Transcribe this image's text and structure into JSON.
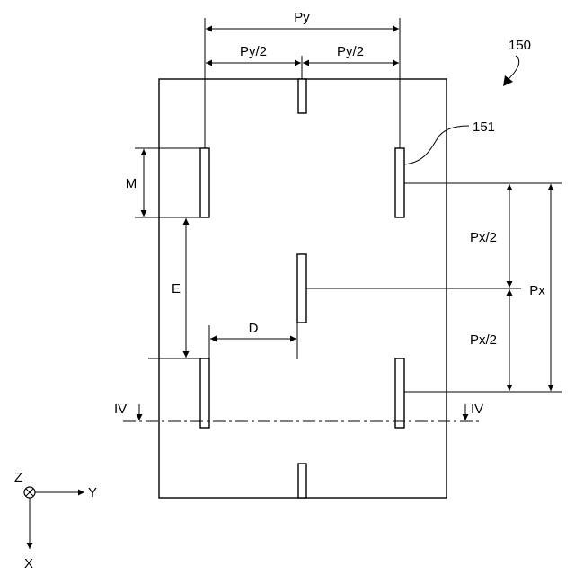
{
  "figure": {
    "ref_number": "150",
    "element_ref": "151",
    "labels": {
      "py": "Py",
      "py_half_left": "Py/2",
      "py_half_right": "Py/2",
      "px": "Px",
      "px_half_top": "Px/2",
      "px_half_bottom": "Px/2",
      "m": "M",
      "e": "E",
      "d": "D",
      "section_left": "IV",
      "section_right": "IV"
    },
    "axes": {
      "z": "Z",
      "y": "Y",
      "x": "X"
    }
  }
}
